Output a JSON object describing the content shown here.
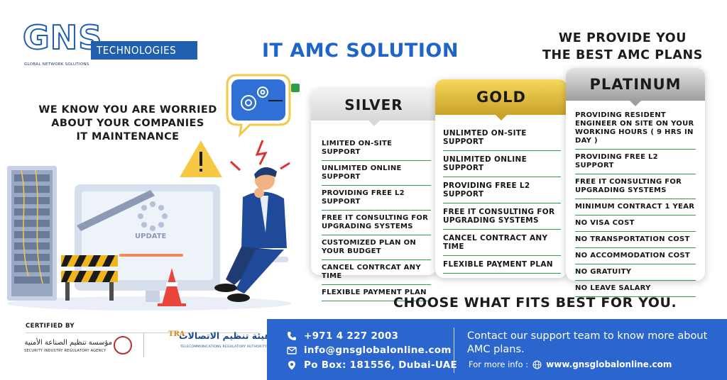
{
  "brand": {
    "logo_text": "GNS",
    "technologies": "TECHNOLOGIES",
    "tagline": "GLOBAL NETWORK SOLUTIONS"
  },
  "headline": "IT AMC SOLUTION",
  "provide": {
    "line1": "WE PROVIDE YOU",
    "line2": "THE BEST AMC PLANS"
  },
  "worried": {
    "line1": "WE KNOW YOU ARE WORRIED",
    "line2": "ABOUT YOUR COMPANIES",
    "line3": "IT MAINTENANCE"
  },
  "illustration": {
    "update_label": "UPDATE"
  },
  "plans": {
    "silver": {
      "name": "SILVER",
      "features": [
        "LIMITED ON-SITE SUPPORT",
        "UNLIMITED ONLINE SUPPORT",
        "PROVIDING FREE L2 SUPPORT",
        "FREE IT CONSULTING FOR UPGRADING SYSTEMS",
        "CUSTOMIZED PLAN ON YOUR BUDGET",
        "CANCEL CONTRCAT ANY TIME",
        "FLEXIBLE PAYMENT PLAN"
      ]
    },
    "gold": {
      "name": "GOLD",
      "features": [
        "UNLIMTED ON-SITE SUPPORT",
        "UNLIMITED ONLINE SUPPORT",
        "PROVIDING FREE L2 SUPPORT",
        "FREE IT CONSULTING FOR UPGRADING SYSTEMS",
        "CANCEL CONTRACT ANY TIME",
        "FLEXIBLE PAYMENT PLAN"
      ]
    },
    "platinum": {
      "name": "PLATINUM",
      "features": [
        "PROVIDING RESIDENT ENGINEER ON SITE ON YOUR WORKING HOURS ( 9 HRS IN DAY )",
        "PROVIDING FREE L2 SUPPORT",
        "FREE IT CONSULTING FOR UPGRADING SYSTEMS",
        "MINIMUM CONTRACT 1 YEAR",
        "NO VISA COST",
        "NO TRANSPORTATION COST",
        "NO ACCOMMODATION COST",
        "NO GRATUITY",
        "NO LEAVE SALARY"
      ]
    }
  },
  "choose": "CHOOSE WHAT FITS BEST FOR YOU.",
  "certified": {
    "label": "CERTIFIED BY",
    "sira_arabic": "مؤسسة تنظيم الصناعة الأمنية",
    "sira_english": "SECURITY INDUSTRY REGULATORY AGENCY",
    "tra_short": "TRA",
    "tra_arabic": "هيئة تنظيم الاتصالات",
    "tra_english": "TELECOMMUNICATIONS REGULATORY AUTHORITY"
  },
  "contact": {
    "phone": "+971 4 227 2003",
    "email": "info@gnsglobalonline.com",
    "pobox": "Po Box:  181556, Dubai-UAE",
    "message": "Contact our support team to know more about AMC plans.",
    "more_info_label": "For more info :",
    "website": "www.gnsglobalonline.com"
  },
  "colors": {
    "brand_blue": "#1f5fae",
    "headline_blue": "#1f64c8",
    "contact_bar": "#2b66cf",
    "divider_green": "#2e9e48",
    "gold": "#e2bd3c"
  },
  "icons": [
    "phone-icon",
    "email-icon",
    "location-pin-icon",
    "globe-icon",
    "gear-icon",
    "warning-icon",
    "checkmark-icon"
  ]
}
